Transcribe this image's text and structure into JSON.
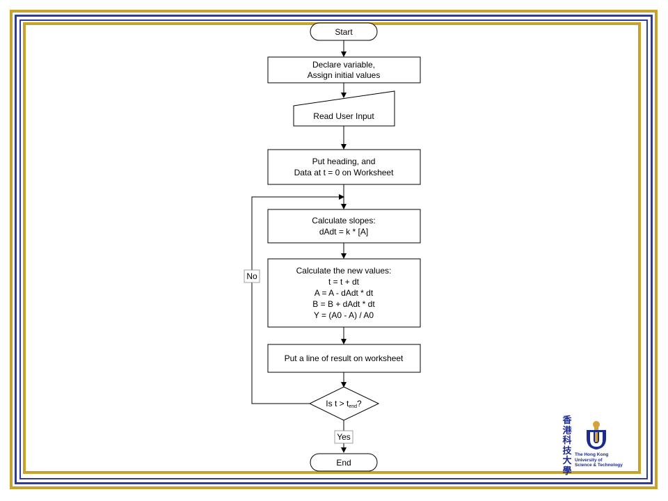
{
  "flowchart": {
    "start": "Start",
    "declare": [
      "Declare variable,",
      "Assign initial values"
    ],
    "input": "Read User Input",
    "heading": [
      "Put heading, and",
      "Data at t = 0 on Worksheet"
    ],
    "slopes": [
      "Calculate slopes:",
      "dAdt = k * [A]"
    ],
    "newvalues": [
      "Calculate the new values:",
      "t = t + dt",
      "A = A - dAdt * dt",
      "B = B + dAdt * dt",
      "Y = (A0 - A) / A0"
    ],
    "result": "Put a line of result on worksheet",
    "decision": {
      "main": "Is t > t",
      "sub": "end",
      "tail": "?"
    },
    "no_label": "No",
    "yes_label": "Yes",
    "end": "End"
  },
  "logo": {
    "chinese": [
      "香",
      "港",
      "科",
      "技",
      "大",
      "學"
    ],
    "english": [
      "The Hong Kong",
      "University of",
      "Science & Technology"
    ]
  },
  "colors": {
    "gold": "#c8a22a",
    "blue": "#2a3ba8",
    "logo_blue": "#1c2a8c"
  }
}
